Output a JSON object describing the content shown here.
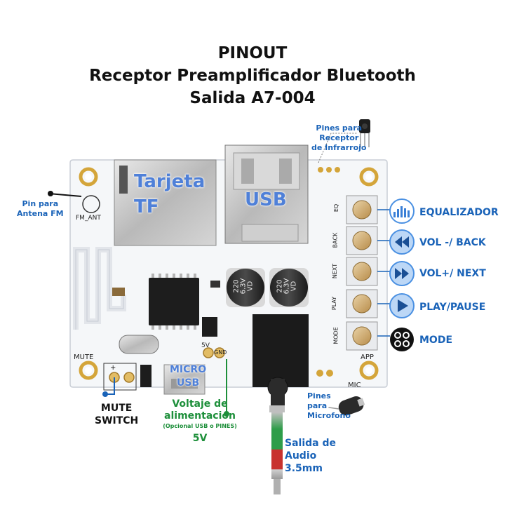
{
  "title": {
    "line1": "PINOUT",
    "line2": "Receptor Preamplificador Bluetooth",
    "line3": "Salida A7-004"
  },
  "board_labels": {
    "tarjeta": "Tarjeta",
    "tf": "TF",
    "usb": "USB",
    "micro_usb_1": "MICRO",
    "micro_usb_2": "USB"
  },
  "silkscreen": {
    "fm_ant": "FM_ANT",
    "mute": "MUTE",
    "v5": "5V",
    "gnd": "GND",
    "mic": "MIC",
    "app": "APP",
    "eq": "EQ",
    "back": "BACK",
    "next": "NEXT",
    "play": "PLAY",
    "mode": "MODE",
    "cap1": "220\n6.3V\nVD",
    "cap2": "220\n6.3V\nVD",
    "plus": "+",
    "minus": "—"
  },
  "annotations": {
    "ir_1": "Pines para",
    "ir_2": "Receptor",
    "ir_3": "de Infrarrojo",
    "fm_1": "Pin para",
    "fm_2": "Antena FM",
    "mute_1": "MUTE",
    "mute_2": "SWITCH",
    "power_1": "Voltaje de",
    "power_2": "alimentacion",
    "power_3": "(Opcional USB o PINES)",
    "power_4": "5V",
    "mic_1": "Pines",
    "mic_2": "para",
    "mic_3": "Microfono",
    "audio_1": "Salida de",
    "audio_2": "Audio",
    "audio_3": "3.5mm"
  },
  "buttons": [
    {
      "label": "EQUALIZADOR",
      "icon": "equalizer-icon"
    },
    {
      "label": "VOL -/ BACK",
      "icon": "rewind-icon"
    },
    {
      "label": "VOL+/ NEXT",
      "icon": "fast-forward-icon"
    },
    {
      "label": "PLAY/PAUSE",
      "icon": "play-icon"
    },
    {
      "label": "MODE",
      "icon": "mode-icon"
    }
  ],
  "colors": {
    "label_blue": "#1a63b8",
    "label_green": "#1d8f3a",
    "board_white": "#f4f6f8",
    "icon_blue": "#4a90e2"
  }
}
